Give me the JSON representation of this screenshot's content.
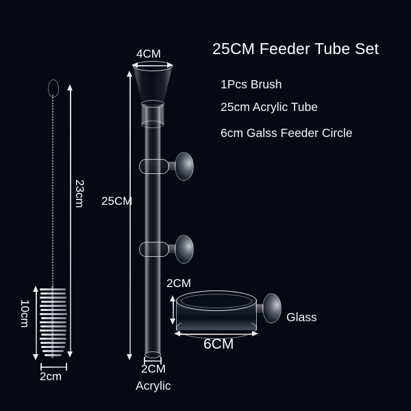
{
  "background_color": "#060912",
  "text_color": "#ffffff",
  "header": {
    "title": "25CM Feeder Tube Set",
    "contents": [
      "1Pcs Brush",
      "25cm Acrylic Tube",
      "6cm Galss Feeder Circle"
    ]
  },
  "brush": {
    "length_label": "23cm",
    "head_length_label": "10cm",
    "head_width_label": "2cm"
  },
  "tube": {
    "funnel_width_label": "4CM",
    "length_label": "25CM",
    "diameter_label": "2CM",
    "material_label": "Acrylic"
  },
  "dish": {
    "height_label": "2CM",
    "diameter_label": "6CM",
    "material_label": "Glass"
  }
}
